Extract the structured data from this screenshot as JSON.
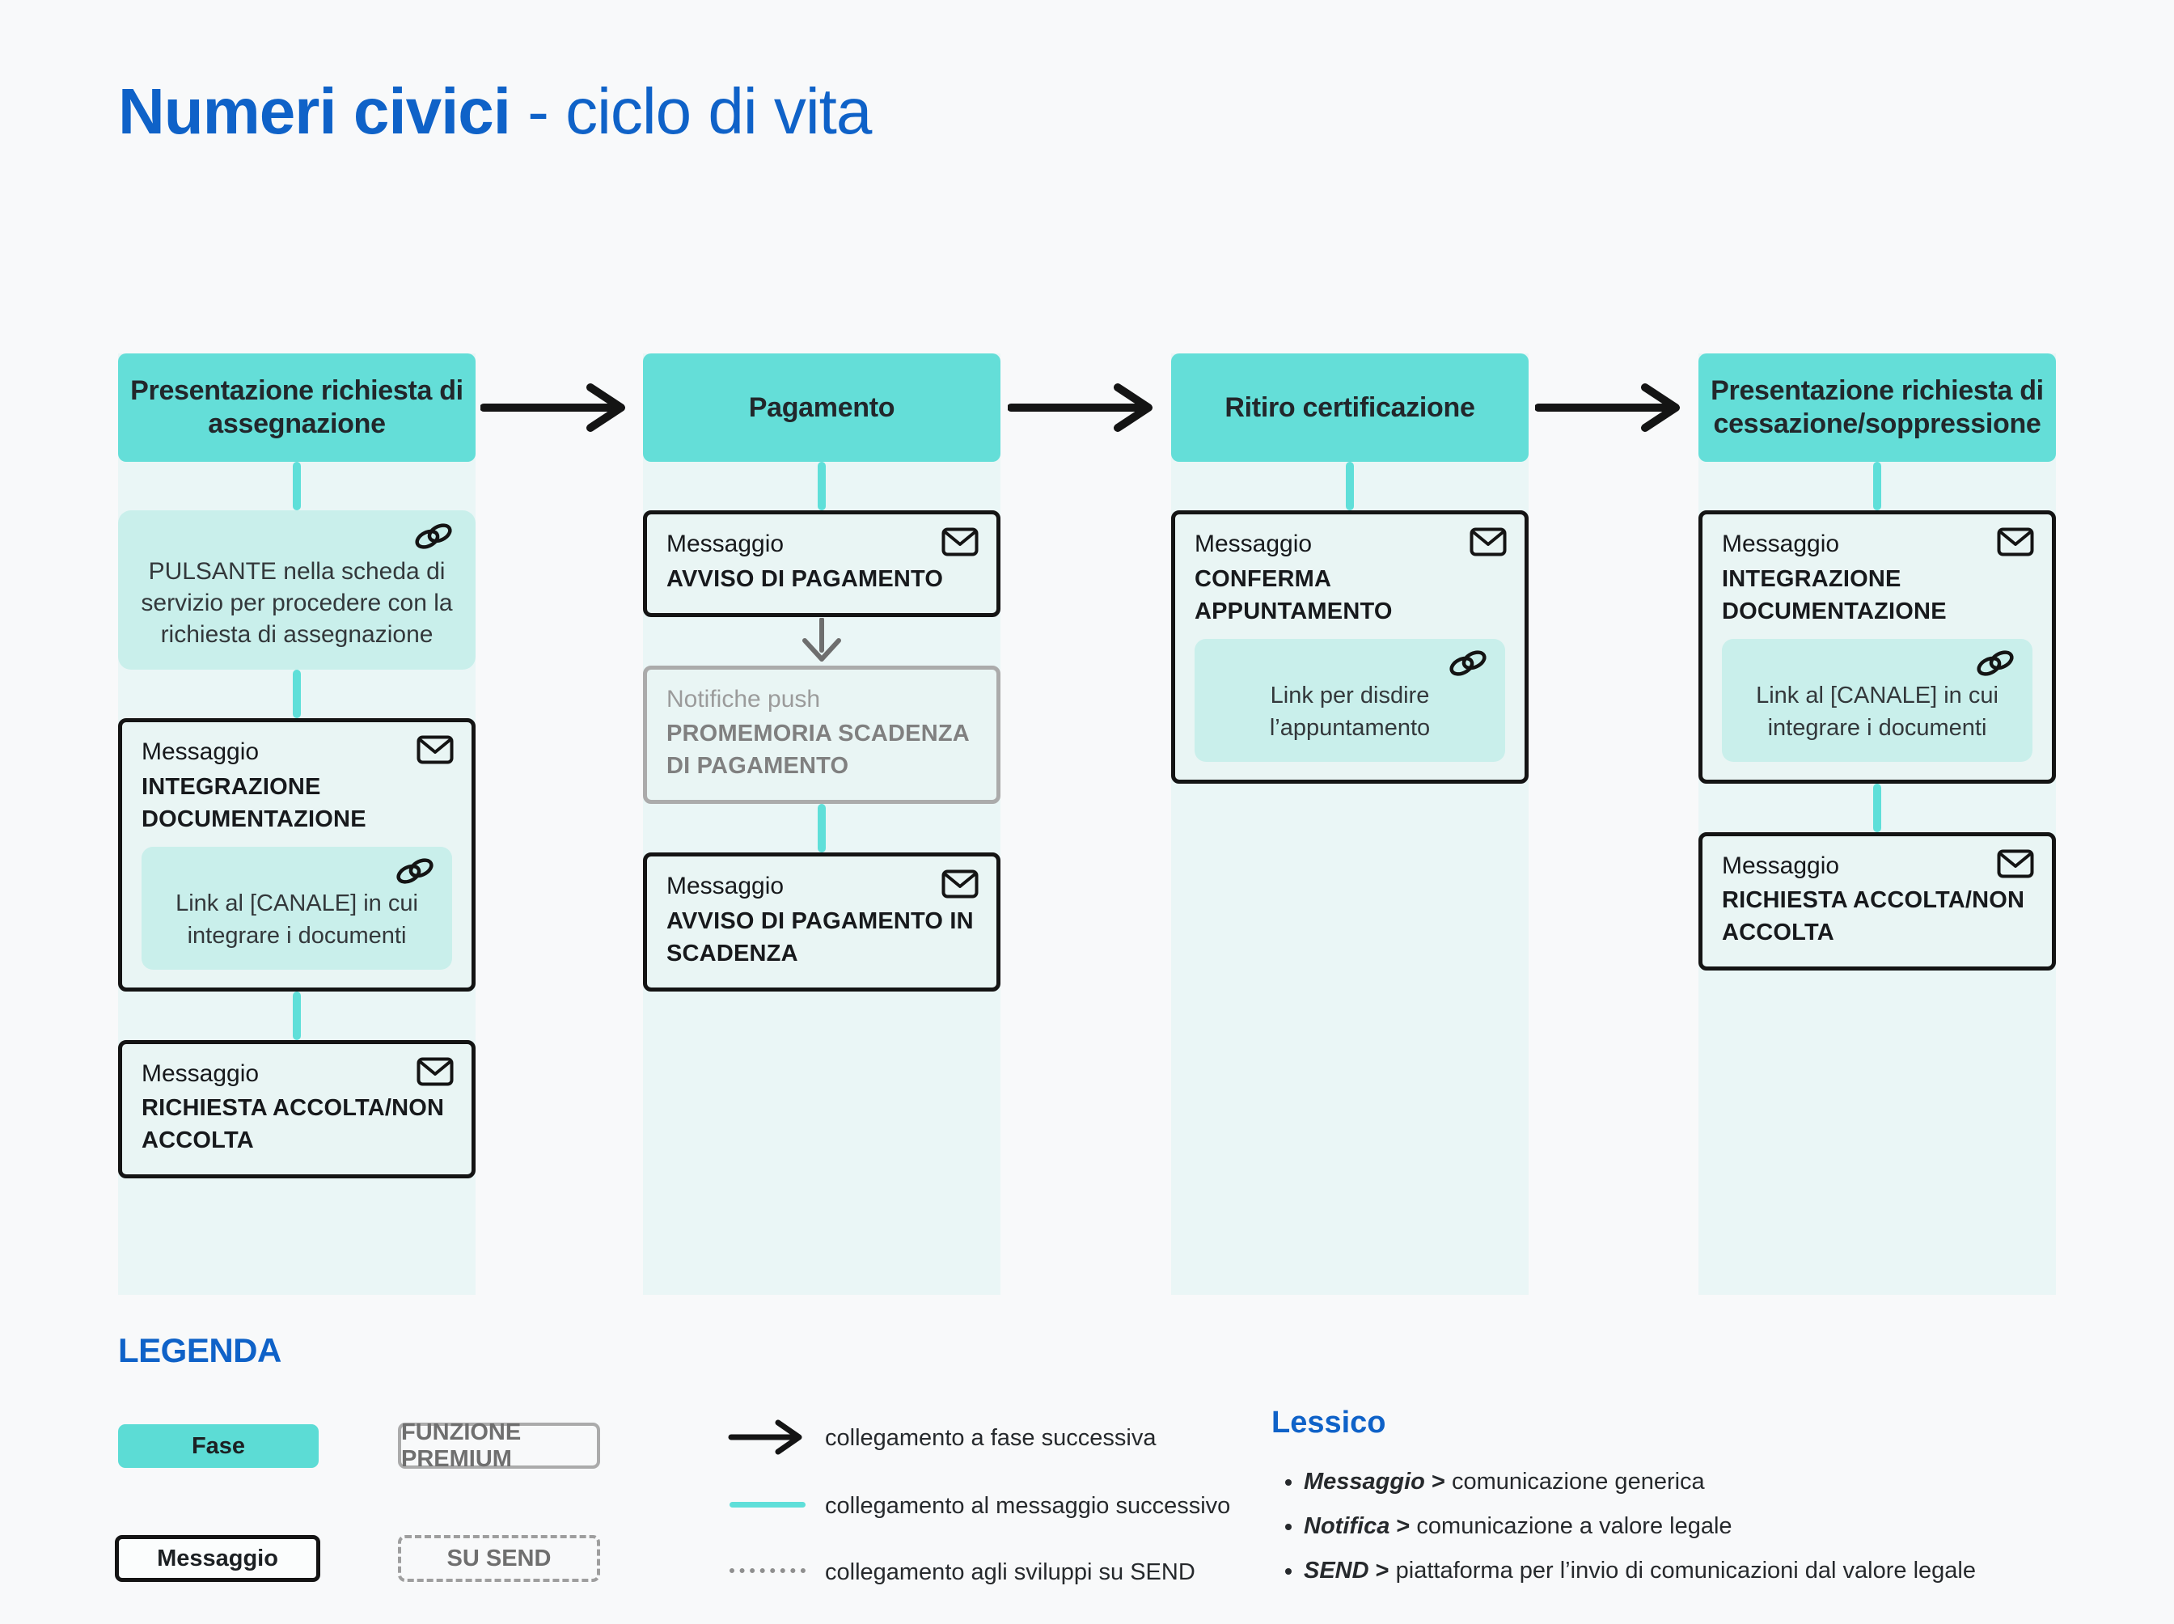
{
  "title": {
    "main": "Numeri civici",
    "subtitle": " - ciclo di vita"
  },
  "colors": {
    "accent_blue": "#0F62C8",
    "phase_teal": "#64DED8",
    "column_bg": "#EAF6F6",
    "chip_teal": "#C9EFEB",
    "connector_teal": "#5FDFD9",
    "box_border_black": "#141414",
    "gray_border": "#ABABAB",
    "gray_text": "#6F6F6F",
    "page_bg": "#F8F9FA"
  },
  "icons": {
    "message": "mail-icon",
    "link": "link-icon",
    "phase_connection": "arrow-right-icon",
    "send_connection": "arrow-down-icon"
  },
  "columns": [
    {
      "header": "Presentazione richiesta di assegnazione",
      "items": [
        {
          "type": "action",
          "icon": "link-icon",
          "text": "PULSANTE nella scheda di servizio per procedere con la richiesta di assegnazione"
        },
        {
          "type": "message",
          "icon": "mail-icon",
          "label": "Messaggio",
          "title": "INTEGRAZIONE DOCUMENTAZIONE",
          "link": {
            "icon": "link-icon",
            "text": "Link al [CANALE] in cui integrare i documenti"
          }
        },
        {
          "type": "message",
          "icon": "mail-icon",
          "label": "Messaggio",
          "title": "RICHIESTA ACCOLTA/NON ACCOLTA"
        }
      ]
    },
    {
      "header": "Pagamento",
      "items": [
        {
          "type": "message",
          "icon": "mail-icon",
          "label": "Messaggio",
          "title": "AVVISO DI PAGAMENTO"
        },
        {
          "type": "send",
          "label": "Notifiche push",
          "title": "PROMEMORIA SCADENZA DI PAGAMENTO"
        },
        {
          "type": "message",
          "icon": "mail-icon",
          "label": "Messaggio",
          "title": "AVVISO DI PAGAMENTO IN SCADENZA"
        }
      ]
    },
    {
      "header": "Ritiro certificazione",
      "items": [
        {
          "type": "message",
          "icon": "mail-icon",
          "label": "Messaggio",
          "title": "CONFERMA APPUNTAMENTO",
          "link": {
            "icon": "link-icon",
            "text": "Link per disdire l’appuntamento"
          }
        }
      ]
    },
    {
      "header": "Presentazione richiesta di cessazione/soppressione",
      "items": [
        {
          "type": "message",
          "icon": "mail-icon",
          "label": "Messaggio",
          "title": "INTEGRAZIONE DOCUMENTAZIONE",
          "link": {
            "icon": "link-icon",
            "text": "Link al [CANALE] in cui integrare i documenti"
          }
        },
        {
          "type": "message",
          "icon": "mail-icon",
          "label": "Messaggio",
          "title": "RICHIESTA ACCOLTA/NON ACCOLTA"
        }
      ]
    }
  ],
  "legend": {
    "heading": "LEGENDA",
    "swatches": {
      "fase": "Fase",
      "messaggio": "Messaggio",
      "premium": "FUNZIONE PREMIUM",
      "send": "SU SEND"
    },
    "connections": [
      {
        "icon": "arrow-right-icon",
        "label": "collegamento a fase successiva"
      },
      {
        "icon": "teal-line",
        "label": "collegamento al messaggio successivo"
      },
      {
        "icon": "dotted-line",
        "label": "collegamento agli sviluppi su SEND"
      }
    ]
  },
  "lessico": {
    "heading": "Lessico",
    "items": [
      {
        "term": "Messaggio",
        "sep": ">",
        "def": "comunicazione generica"
      },
      {
        "term": "Notifica",
        "sep": ">",
        "def": "comunicazione a valore legale"
      },
      {
        "term": "SEND",
        "sep": ">",
        "def": "piattaforma per l’invio di comunicazioni dal valore legale"
      }
    ]
  }
}
